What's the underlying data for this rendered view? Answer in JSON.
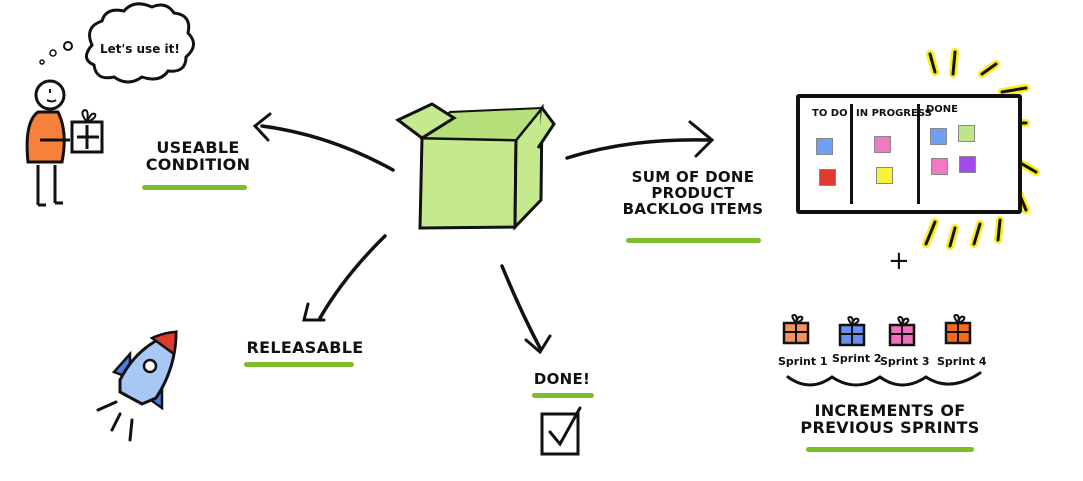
{
  "thought_bubble": {
    "text": "Let's use it!"
  },
  "labels": {
    "useable": [
      "USEABLE",
      "CONDITION"
    ],
    "releasable": "RELEASABLE",
    "done": "DONE!",
    "sum": [
      "SUM OF DONE",
      "PRODUCT",
      "BACKLOG ITEMS"
    ],
    "increments": [
      "INCREMENTS OF",
      "PREVIOUS SPRINTS"
    ],
    "plus": "+"
  },
  "board": {
    "columns": [
      "TO DO",
      "IN PROGRESS",
      "DONE"
    ],
    "stickies": {
      "todo": [
        "#6fa0f2",
        "#e03a2e"
      ],
      "in_progress": [
        "#f07ac0",
        "#f7f23a"
      ],
      "done": [
        "#6fa0f2",
        "#bfe58a",
        "#f07ac0",
        "#a04af0"
      ]
    }
  },
  "sprints": [
    {
      "label": "Sprint 1",
      "color": "#f3925a"
    },
    {
      "label": "Sprint 2",
      "color": "#6a8ef0"
    },
    {
      "label": "Sprint 3",
      "color": "#f26fc0"
    },
    {
      "label": "Sprint 4",
      "color": "#f86a1e"
    }
  ],
  "colors": {
    "accent_green": "#7cbf2a",
    "box_green": "#c5ea8e",
    "person_orange": "#f7803a",
    "glow_yellow": "#f8ee1a",
    "rocket_body": "#a9c7f5",
    "rocket_fin": "#4a7ee8",
    "rocket_tip": "#e03a2e"
  }
}
